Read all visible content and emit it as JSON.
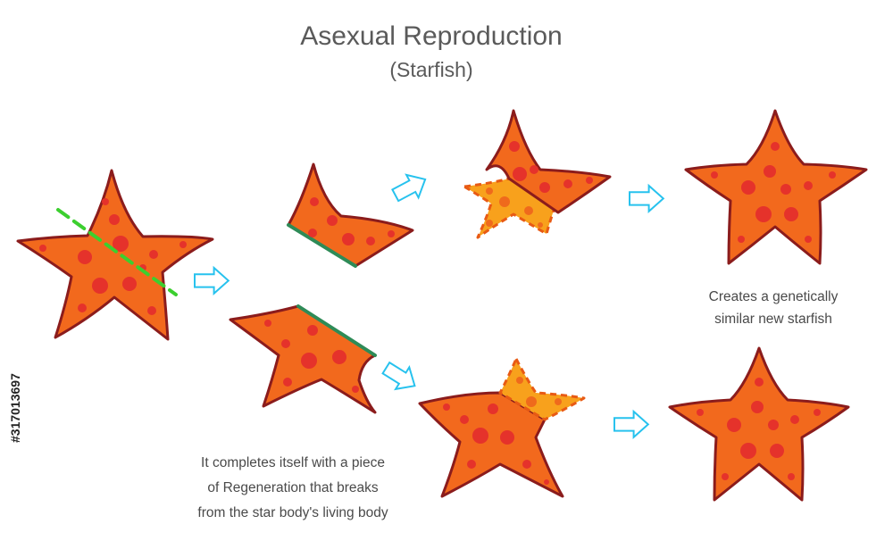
{
  "title": "Asexual Reproduction",
  "subtitle": "(Starfish)",
  "captions": {
    "right": [
      "Creates a genetically",
      "similar new starfish"
    ],
    "bottom": [
      "It completes itself with a piece",
      "of Regeneration that breaks",
      "from the star body's living body"
    ]
  },
  "stock_id": "#317013697",
  "colors": {
    "star_body": "#f2691d",
    "star_outline": "#8b1c1c",
    "spots": "#e5322b",
    "regenerating_part": "#f8a11c",
    "cut_line": "#3ccf2f",
    "cut_edge": "#2e8b57",
    "arrow_outline": "#27c2ee"
  }
}
